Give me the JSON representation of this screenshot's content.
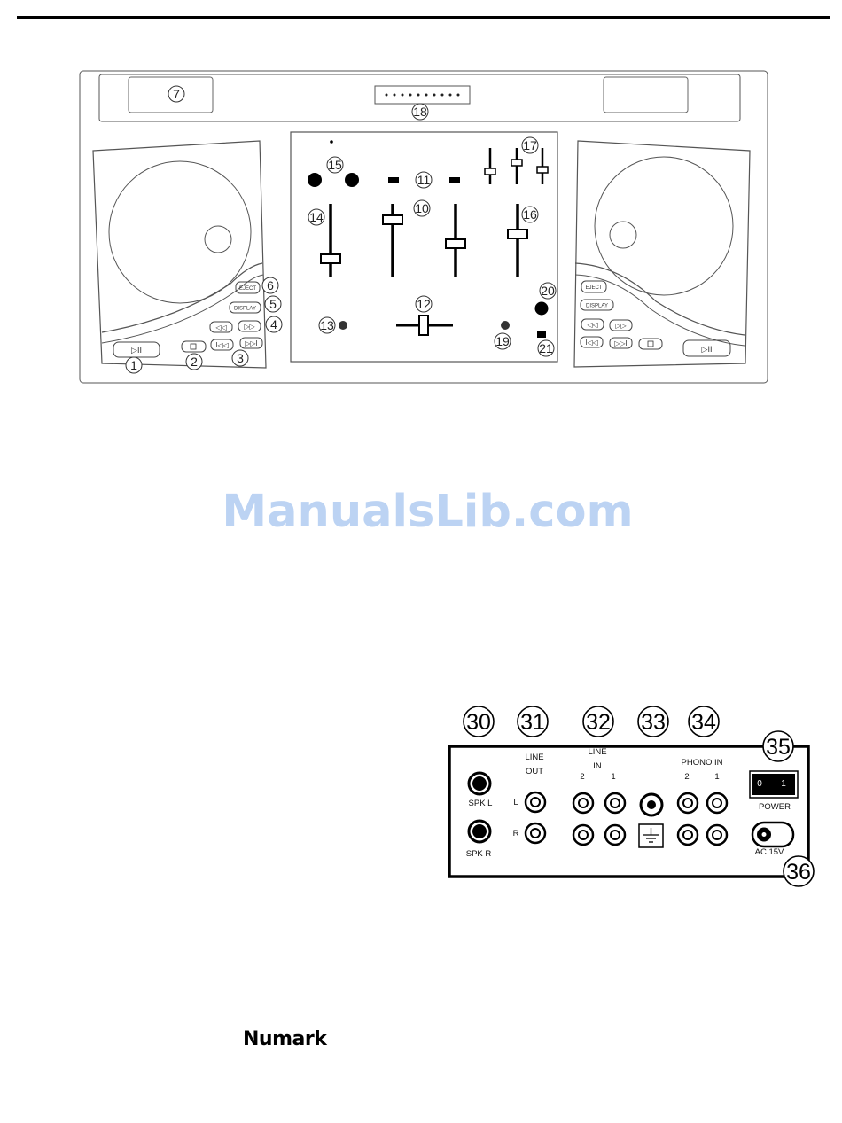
{
  "callouts": {
    "c1": "1",
    "c2": "2",
    "c3": "3",
    "c4": "4",
    "c5": "5",
    "c6": "6",
    "c7": "7",
    "c10": "10",
    "c11": "11",
    "c12": "12",
    "c13": "13",
    "c14": "14",
    "c15": "15",
    "c16": "16",
    "c17": "17",
    "c18": "18",
    "c19": "19",
    "c20": "20",
    "c21": "21"
  },
  "deck_left": {
    "eject": "EJECT",
    "display": "DISPLAY"
  },
  "deck_right": {
    "eject": "EJECT",
    "display": "DISPLAY"
  },
  "rear_callouts": {
    "c30": "30",
    "c31": "31",
    "c32": "32",
    "c33": "33",
    "c34": "34",
    "c35": "35",
    "c36": "36"
  },
  "rear_panel": {
    "spk_l": "SPK  L",
    "spk_r": "SPK  R",
    "line": "LINE",
    "out": "OUT",
    "l": "L",
    "r": "R",
    "line_in_line": "LINE",
    "line_in_in": "IN",
    "ch2": "2",
    "ch1": "1",
    "phono_in": "PHONO IN",
    "phono2": "2",
    "phono1": "1",
    "switch_0": "0",
    "switch_1": "1",
    "power": "POWER",
    "ac": "AC 15V"
  },
  "watermark": "ManualsLib.com",
  "brand": "Numark"
}
